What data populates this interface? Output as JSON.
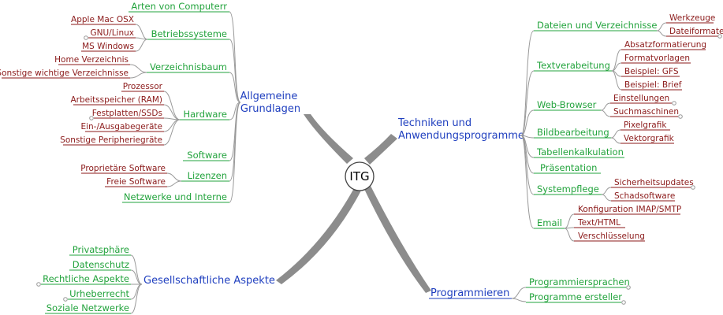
{
  "colors": {
    "main": "#1f3fbf",
    "sub": "#22a33c",
    "leaf": "#8b1a1a",
    "connector": "#999999"
  },
  "center": {
    "label": "ITG"
  },
  "branches": [
    {
      "label_lines": [
        "Allgemeine",
        "Grundlagen"
      ],
      "children": [
        {
          "label": "Arten von Computerr"
        },
        {
          "label": "Betriebssysteme",
          "children": [
            "Apple Mac OSX",
            "GNU/Linux",
            "MS Windows"
          ]
        },
        {
          "label": "Verzeichnisbaum",
          "children": [
            "Home Verzeichnis",
            "Sonstige wichtige Verzeichnisse"
          ]
        },
        {
          "label": "Hardware",
          "children": [
            "Prozessor",
            "Arbeitsspeicher (RAM)",
            "Festplatten/SSDs",
            "Ein-/Ausgabegeräte",
            "Sonstige Peripheriegräte"
          ]
        },
        {
          "label": "Software"
        },
        {
          "label": "Lizenzen",
          "children": [
            "Proprietäre Software",
            "Freie Software"
          ]
        },
        {
          "label": "Netzwerke und Interne"
        }
      ]
    },
    {
      "label_lines": [
        "Gesellschaftliche Aspekte"
      ],
      "children": [
        {
          "label": "Privatsphäre"
        },
        {
          "label": "Datenschutz"
        },
        {
          "label": "Rechtliche Aspekte"
        },
        {
          "label": "Urheberrecht"
        },
        {
          "label": "Soziale Netzwerke"
        }
      ]
    },
    {
      "label_lines": [
        "Techniken und",
        "Anwendungsprogramme"
      ],
      "children": [
        {
          "label": "Dateien und Verzeichnisse",
          "children": [
            "Werkzeuge",
            "Dateiformate"
          ]
        },
        {
          "label": "Textverabeitung",
          "children": [
            "Absatzformatierung",
            "Formatvorlagen",
            "Beispiel: GFS",
            "Beispiel: Brief"
          ]
        },
        {
          "label": "Web-Browser",
          "children": [
            "Einstellungen",
            "Suchmaschinen"
          ]
        },
        {
          "label": "Bildbearbeitung",
          "children": [
            "Pixelgrafik",
            "Vektorgrafik"
          ]
        },
        {
          "label": "Tabellenkalkulation"
        },
        {
          "label": "Präsentation"
        },
        {
          "label": "Systempflege",
          "children": [
            "Sicherheitsupdates",
            "Schadsoftware"
          ]
        },
        {
          "label": "Email",
          "children": [
            "Konfiguration IMAP/SMTP",
            "Text/HTML",
            "Verschlüsselung"
          ]
        }
      ]
    },
    {
      "label_lines": [
        "Programmieren"
      ],
      "children": [
        {
          "label": "Programmiersprachen"
        },
        {
          "label": "Programme ersteller"
        }
      ]
    }
  ]
}
